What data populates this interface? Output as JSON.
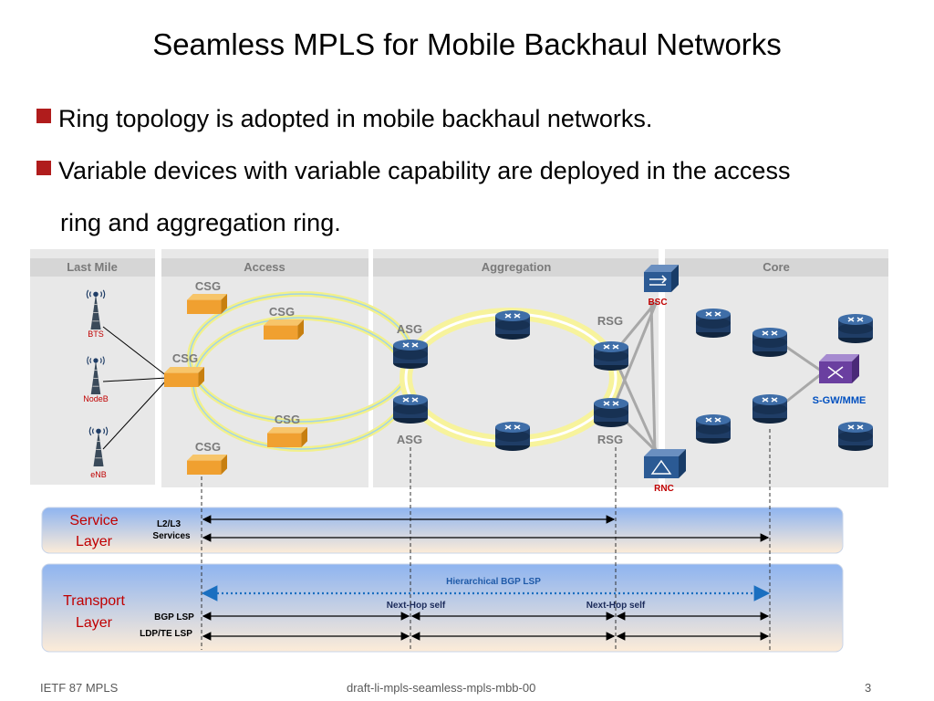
{
  "slide": {
    "title": "Seamless MPLS for Mobile Backhaul Networks",
    "bullets": [
      "Ring topology is adopted in mobile backhaul networks.",
      "Variable devices with variable capability are deployed in the access",
      "ring and aggregation ring."
    ]
  },
  "diagram": {
    "zones": [
      "Last Mile",
      "Access",
      "Aggregation",
      "Core"
    ],
    "nodes": {
      "bts": "BTS",
      "nodeb": "NodeB",
      "enb": "eNB",
      "csg": "CSG",
      "asg": "ASG",
      "rsg": "RSG",
      "bsc": "BSC",
      "rnc": "RNC",
      "sgw": "S-GW/MME"
    },
    "service_layer": {
      "line1": "Service",
      "line2": "Layer",
      "services_1": "L2/L3",
      "services_2": "Services"
    },
    "transport_layer": {
      "line1": "Transport",
      "line2": "Layer",
      "hierarchical": "Hierarchical BGP LSP",
      "next_hop_1": "Next-Hop self",
      "next_hop_2": "Next-Hop self",
      "bgp_lsp": "BGP LSP",
      "ldp_te_lsp": "LDP/TE LSP"
    }
  },
  "footer": {
    "left": "IETF 87 MPLS",
    "center": "draft-li-mpls-seamless-mpls-mbb-00",
    "page": "3"
  },
  "colors": {
    "accent_red": "#b01c1c",
    "csg_orange": "#f0a030",
    "router_blue": "#1f3d66",
    "label_red": "#c00000",
    "label_blue": "#0050c0"
  }
}
